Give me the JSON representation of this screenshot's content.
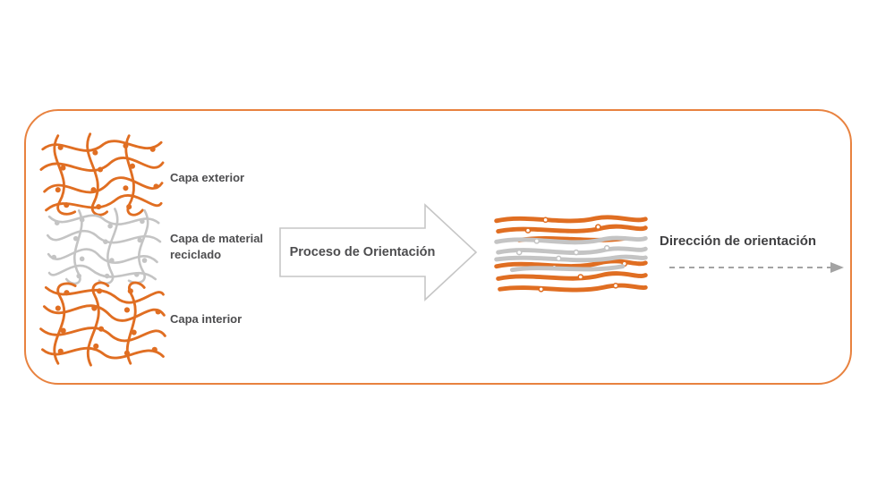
{
  "figure": {
    "layers": [
      {
        "label": "Capa exterior"
      },
      {
        "label": "Capa de material reciclado"
      },
      {
        "label": "Capa interior"
      }
    ],
    "process_arrow_label": "Proceso de Orientación",
    "direction_label": "Dirección de orientación",
    "colors": {
      "accent_orange": "#E06E22",
      "fiber_gray": "#C4C4C4",
      "text_dark": "#4D4D4F",
      "arrow_outline": "#C6C6C6",
      "dashed_gray": "#A3A3A3",
      "border_orange": "#E8823F"
    }
  }
}
